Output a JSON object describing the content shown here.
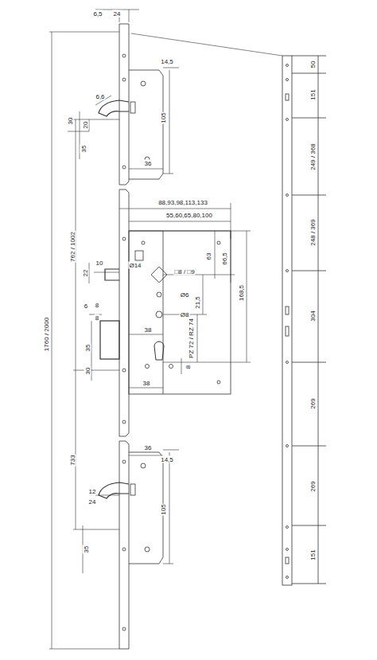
{
  "diagram": {
    "labels": [
      "6,5",
      "24",
      "1760 / 2000",
      "14,5",
      "105",
      "6,6",
      "30",
      "20",
      "35",
      "36",
      "762 / 1002",
      "88,93,98,113,133",
      "55,60,65,80,100",
      "Ø14",
      "□8 / □9",
      "63",
      "66,5",
      "10",
      "22",
      "Ø6",
      "21,5",
      "Ø8",
      "168,5",
      "38",
      "PZ 72 / RZ 74",
      "6",
      "8",
      "8",
      "35",
      "30",
      "8",
      "38",
      "733",
      "36",
      "14,5",
      "12",
      "24",
      "105",
      "35",
      "50",
      "151",
      "249 / 368",
      "248 / 369",
      "304",
      "269",
      "269",
      "151"
    ]
  }
}
